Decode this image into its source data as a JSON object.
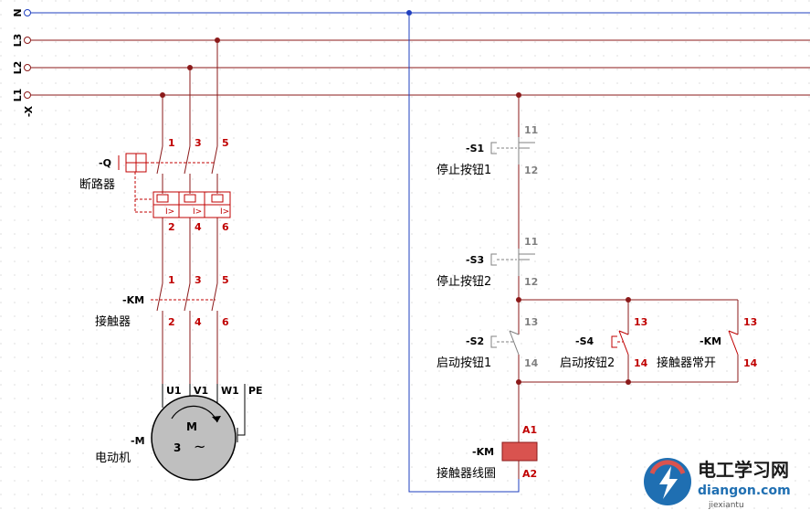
{
  "buses": [
    {
      "label": "N",
      "color": "#1f3fbf"
    },
    {
      "label": "L3",
      "color": "#8b1a1a"
    },
    {
      "label": "L2",
      "color": "#8b1a1a"
    },
    {
      "label": "L1",
      "color": "#8b1a1a"
    }
  ],
  "terminal_strip": "-X",
  "breaker": {
    "tag": "-Q",
    "name": "断路器",
    "pins_top": [
      "1",
      "3",
      "5"
    ],
    "pins_bottom": [
      "2",
      "4",
      "6"
    ]
  },
  "contactor_main": {
    "tag": "-KM",
    "name": "接触器",
    "pins_top": [
      "1",
      "3",
      "5"
    ],
    "pins_bottom": [
      "2",
      "4",
      "6"
    ]
  },
  "motor": {
    "tag": "-M",
    "name": "电动机",
    "terminals": [
      "U1",
      "V1",
      "W1",
      "PE"
    ],
    "symbol_letter": "M",
    "phase_count": "3",
    "symbol_wave": "~"
  },
  "stop1": {
    "tag": "-S1",
    "name": "停止按钮1",
    "pin_a": "11",
    "pin_b": "12"
  },
  "stop2": {
    "tag": "-S3",
    "name": "停止按钮2",
    "pin_a": "11",
    "pin_b": "12"
  },
  "start1": {
    "tag": "-S2",
    "name": "启动按钮1",
    "pin_a": "13",
    "pin_b": "14"
  },
  "start2": {
    "tag": "-S4",
    "name": "启动按钮2",
    "pin_a": "13",
    "pin_b": "14"
  },
  "km_aux": {
    "tag": "-KM",
    "name": "接触器常开",
    "pin_a": "13",
    "pin_b": "14"
  },
  "coil": {
    "tag": "-KM",
    "name": "接触器线圈",
    "pin_a": "A1",
    "pin_b": "A2"
  },
  "colors": {
    "phase": "#8b1a1a",
    "neutral": "#1f3fbf",
    "pin_red": "#c00000",
    "pin_gray": "#808080",
    "coil_fill": "#d9534f"
  },
  "watermark": {
    "title": "电工学习网",
    "sub": "diangon.com",
    "tiny": "jiexiantu"
  }
}
